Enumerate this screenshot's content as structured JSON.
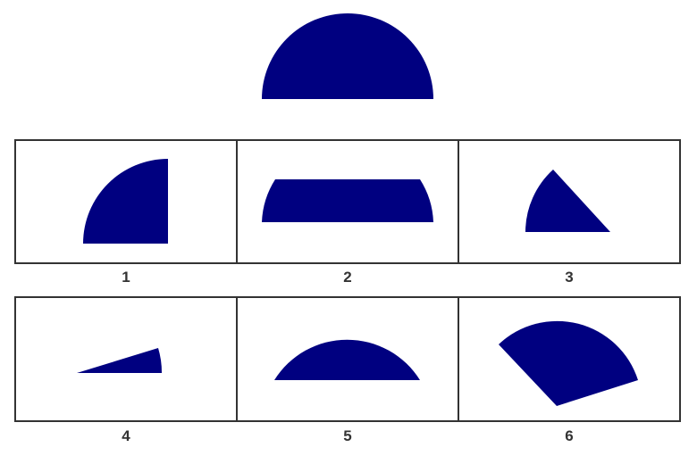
{
  "colors": {
    "shape_fill": "#000080",
    "frame_stroke": "#333333",
    "label_text": "#333333",
    "background": "#ffffff"
  },
  "reference_shape": "semicircle",
  "options": [
    {
      "label": "1",
      "shape": "quarter-circle"
    },
    {
      "label": "2",
      "shape": "semicircle-band"
    },
    {
      "label": "3",
      "shape": "circular-sector"
    },
    {
      "label": "4",
      "shape": "thin-sector"
    },
    {
      "label": "5",
      "shape": "circular-segment"
    },
    {
      "label": "6",
      "shape": "wide-sector"
    }
  ]
}
